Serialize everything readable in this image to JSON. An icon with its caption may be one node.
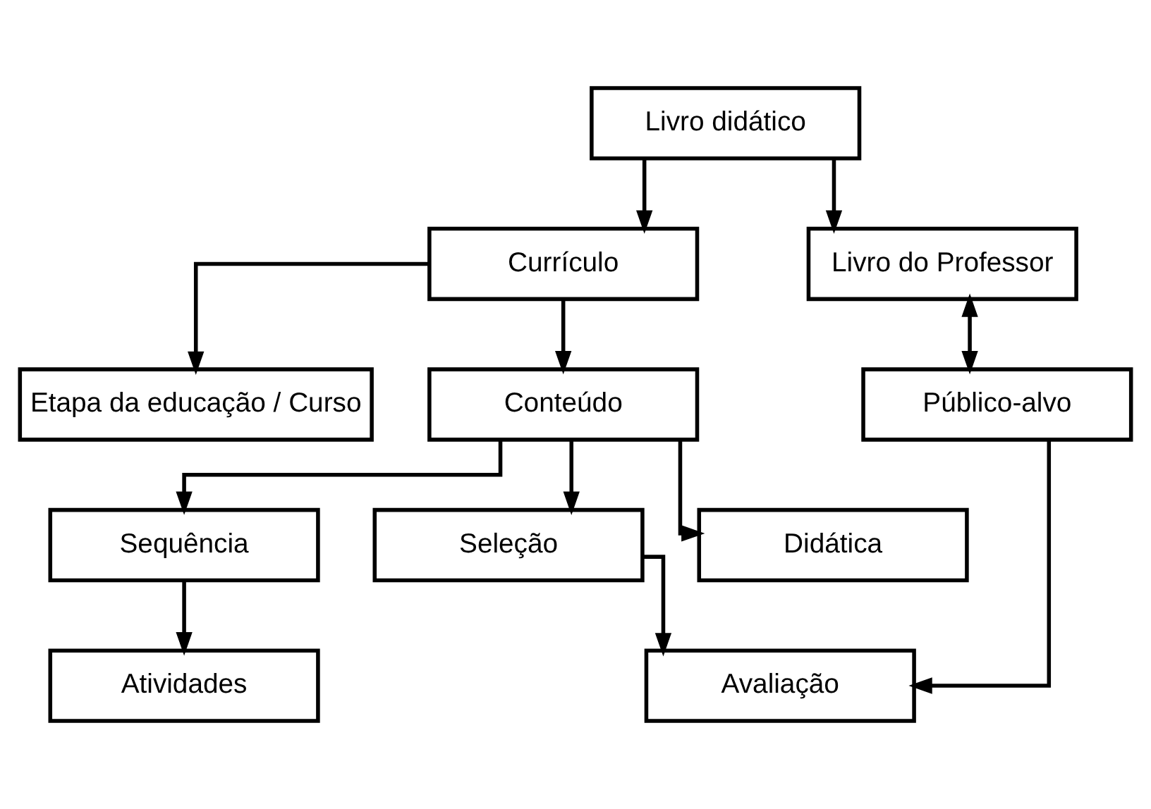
{
  "diagram": {
    "nodes": [
      {
        "text": [
          "Livro didático"
        ]
      },
      {
        "text": [
          "Currículo"
        ]
      },
      {
        "text": [
          "Livro do Professor"
        ]
      },
      {
        "text": [
          "Etapa da educação / Curso"
        ]
      },
      {
        "text": [
          "Conteúdo"
        ]
      },
      {
        "text": [
          "Público-alvo"
        ]
      },
      {
        "text": [
          "Sequência"
        ]
      },
      {
        "text": [
          "Seleção"
        ]
      },
      {
        "text": [
          "Didática"
        ]
      },
      {
        "text": [
          "Atividades"
        ]
      },
      {
        "text": [
          "Avaliação"
        ]
      }
    ],
    "edges": [
      {
        "from": 0,
        "to": 1,
        "arrow": "to"
      },
      {
        "from": 0,
        "to": 2,
        "arrow": "to"
      },
      {
        "from": 1,
        "to": 3,
        "arrow": "to"
      },
      {
        "from": 1,
        "to": 4,
        "arrow": "to"
      },
      {
        "from": 2,
        "to": 5,
        "arrow": "both"
      },
      {
        "from": 4,
        "to": 6,
        "arrow": "to"
      },
      {
        "from": 4,
        "to": 7,
        "arrow": "to"
      },
      {
        "from": 4,
        "to": 8,
        "arrow": "to"
      },
      {
        "from": 6,
        "to": 9,
        "arrow": "to"
      },
      {
        "from": 7,
        "to": 10,
        "arrow": "to"
      },
      {
        "from": 5,
        "to": 10,
        "arrow": "to"
      }
    ]
  }
}
